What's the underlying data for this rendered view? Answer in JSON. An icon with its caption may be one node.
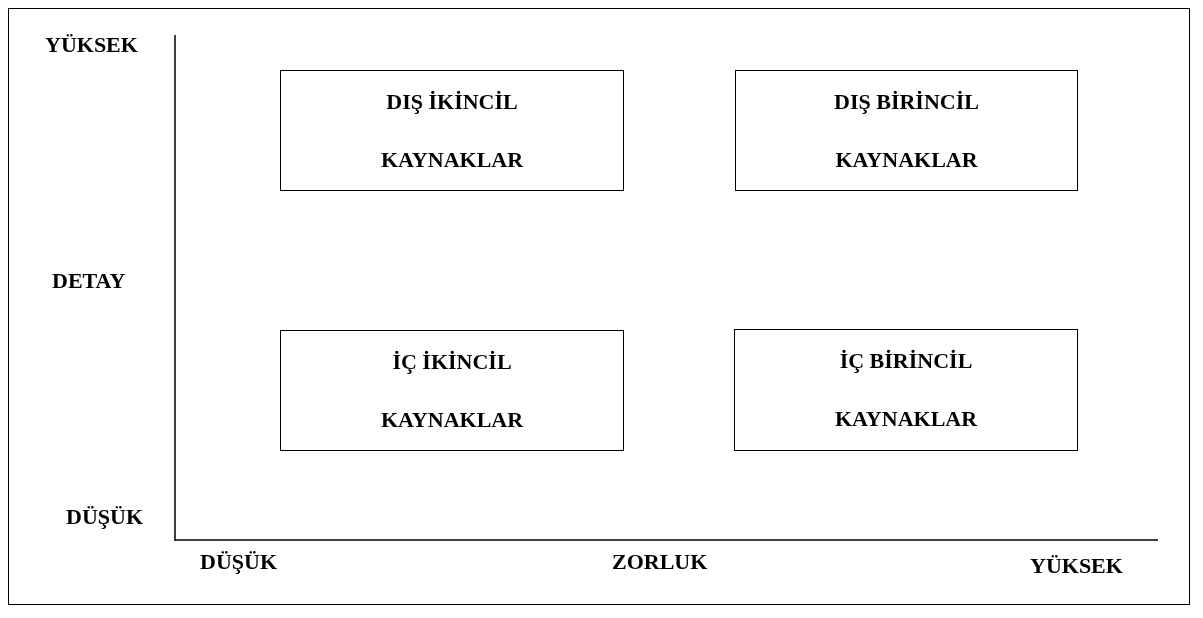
{
  "diagram": {
    "nodes": [
      {
        "text": [
          "DIŞ İKİNCİL KAYNAKLAR"
        ]
      },
      {
        "text": [
          "DIŞ BİRİNCİL KAYNAKLAR"
        ]
      },
      {
        "text": [
          "İÇ İKİNCİL KAYNAKLAR"
        ]
      },
      {
        "text": [
          "İÇ BİRİNCİL KAYNAKLAR"
        ]
      }
    ],
    "labels": [
      "YÜKSEK",
      "DETAY",
      "DÜŞÜK",
      "DÜŞÜK",
      "ZORLUK",
      "YÜKSEK"
    ]
  }
}
